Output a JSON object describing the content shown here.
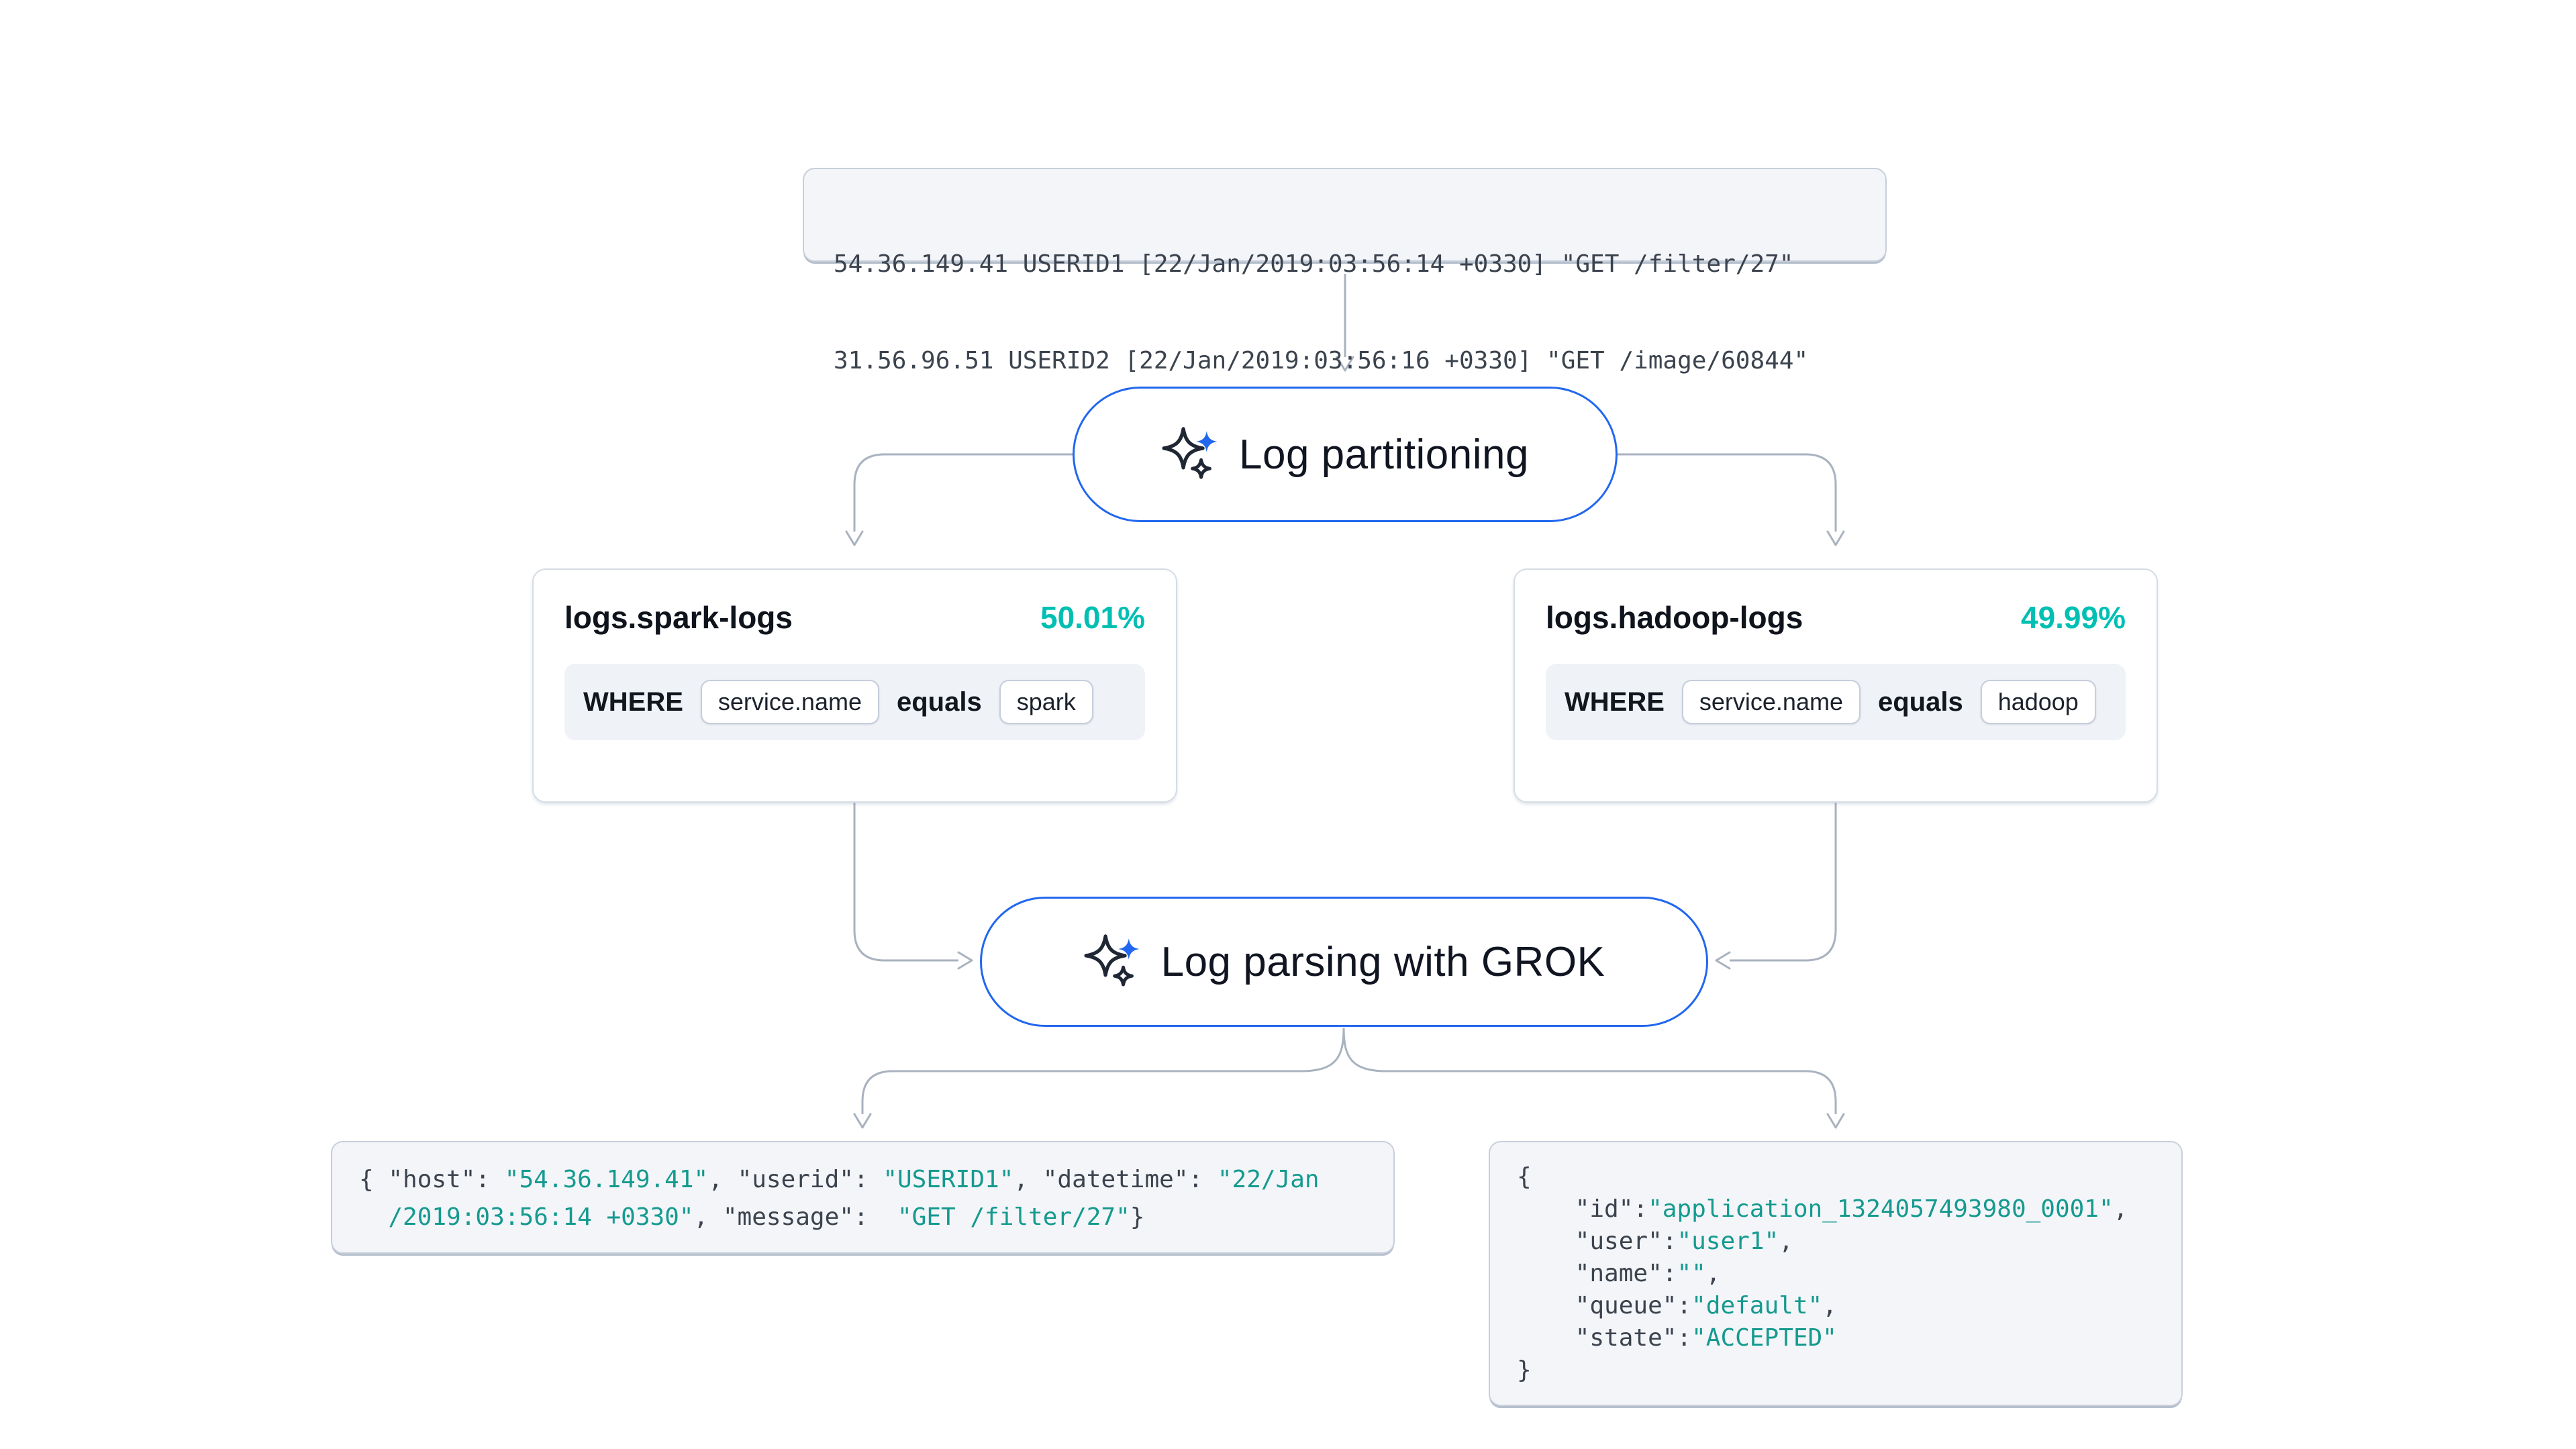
{
  "raw_logs": {
    "lines": [
      "54.36.149.41 USERID1 [22/Jan/2019:03:56:14 +0330] \"GET /filter/27\"",
      "31.56.96.51 USERID2 [22/Jan/2019:03:56:16 +0330] \"GET /image/60844\""
    ]
  },
  "partition_node": {
    "label": "Log partitioning"
  },
  "grok_node": {
    "label": "Log parsing with GROK"
  },
  "spark_card": {
    "title": "logs.spark-logs",
    "percent": "50.01%",
    "where_label": "WHERE",
    "field": "service.name",
    "operator": "equals",
    "value": "spark"
  },
  "hadoop_card": {
    "title": "logs.hadoop-logs",
    "percent": "49.99%",
    "where_label": "WHERE",
    "field": "service.name",
    "operator": "equals",
    "value": "hadoop"
  },
  "parsed_left": {
    "lines": [
      [
        {
          "t": "{ ",
          "c": "p"
        },
        {
          "t": "\"host\"",
          "c": "k"
        },
        {
          "t": ": ",
          "c": "p"
        },
        {
          "t": "\"54.36.149.41\"",
          "c": "v"
        },
        {
          "t": ", ",
          "c": "p"
        },
        {
          "t": "\"userid\"",
          "c": "k"
        },
        {
          "t": ": ",
          "c": "p"
        },
        {
          "t": "\"USERID1\"",
          "c": "v"
        },
        {
          "t": ", ",
          "c": "p"
        },
        {
          "t": "\"datetime\"",
          "c": "k"
        },
        {
          "t": ": ",
          "c": "p"
        },
        {
          "t": "\"22/Jan",
          "c": "v"
        }
      ],
      [
        {
          "t": "  ",
          "c": "p"
        },
        {
          "t": "/2019:03:56:14 +0330\"",
          "c": "v"
        },
        {
          "t": ", ",
          "c": "p"
        },
        {
          "t": "\"message\"",
          "c": "k"
        },
        {
          "t": ":  ",
          "c": "p"
        },
        {
          "t": "\"GET /filter/27\"",
          "c": "v"
        },
        {
          "t": "}",
          "c": "p"
        }
      ]
    ]
  },
  "parsed_right": {
    "lines": [
      [
        {
          "t": "{",
          "c": "p"
        }
      ],
      [
        {
          "t": "    ",
          "c": "p"
        },
        {
          "t": "\"id\"",
          "c": "k"
        },
        {
          "t": ":",
          "c": "p"
        },
        {
          "t": "\"application_1324057493980_0001\"",
          "c": "v"
        },
        {
          "t": ",",
          "c": "p"
        }
      ],
      [
        {
          "t": "    ",
          "c": "p"
        },
        {
          "t": "\"user\"",
          "c": "k"
        },
        {
          "t": ":",
          "c": "p"
        },
        {
          "t": "\"user1\"",
          "c": "v"
        },
        {
          "t": ",",
          "c": "p"
        }
      ],
      [
        {
          "t": "    ",
          "c": "p"
        },
        {
          "t": "\"name\"",
          "c": "k"
        },
        {
          "t": ":",
          "c": "p"
        },
        {
          "t": "\"\"",
          "c": "v"
        },
        {
          "t": ",",
          "c": "p"
        }
      ],
      [
        {
          "t": "    ",
          "c": "p"
        },
        {
          "t": "\"queue\"",
          "c": "k"
        },
        {
          "t": ":",
          "c": "p"
        },
        {
          "t": "\"default\"",
          "c": "v"
        },
        {
          "t": ",",
          "c": "p"
        }
      ],
      [
        {
          "t": "    ",
          "c": "p"
        },
        {
          "t": "\"state\"",
          "c": "k"
        },
        {
          "t": ":",
          "c": "p"
        },
        {
          "t": "\"ACCEPTED\"",
          "c": "v"
        }
      ],
      [
        {
          "t": "}",
          "c": "p"
        }
      ]
    ]
  },
  "colors": {
    "accent_blue": "#2167EF",
    "accent_teal": "#00BFB3",
    "json_value_teal": "#159A8F",
    "connector_gray": "#A9B2BF"
  }
}
